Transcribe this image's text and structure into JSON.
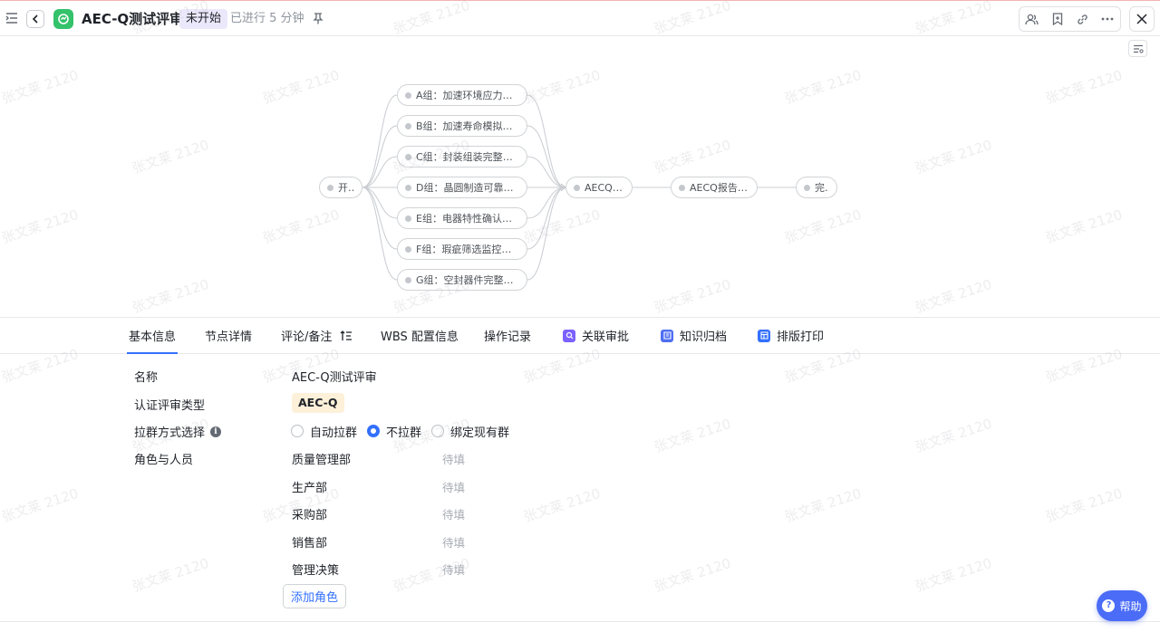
{
  "header": {
    "title": "AEC-Q测试评审",
    "status": "未开始",
    "elapsed": "已进行 5 分钟"
  },
  "flow": {
    "start": "开始",
    "groups": [
      "A组：加速环境应力测试",
      "B组：加速寿命模拟测试",
      "C组：封装组装完整性测试",
      "D组：晶圆制造可靠度测试",
      "E组：电器特性确认测试",
      "F组：瑕疵筛选监控测试",
      "G组：空封器件完整性测试"
    ],
    "report": "AECQ报告",
    "review": "AECQ报告评审",
    "end": "完成"
  },
  "tabs": [
    {
      "label": "基本信息",
      "active": true
    },
    {
      "label": "节点详情"
    },
    {
      "label": "评论/备注"
    },
    {
      "label": "WBS 配置信息"
    },
    {
      "label": "操作记录"
    },
    {
      "label": "关联审批",
      "icon": "approval-icon"
    },
    {
      "label": "知识归档",
      "icon": "archive-icon"
    },
    {
      "label": "排版打印",
      "icon": "print-layout-icon"
    }
  ],
  "form": {
    "name_label": "名称",
    "name_value": "AEC-Q测试评审",
    "type_label": "认证评审类型",
    "type_value": "AEC-Q",
    "group_label": "拉群方式选择",
    "group_options": [
      "自动拉群",
      "不拉群",
      "绑定现有群"
    ],
    "group_selected": "不拉群",
    "roles_label": "角色与人员",
    "roles": [
      {
        "name": "质量管理部",
        "value": "待填"
      },
      {
        "name": "生产部",
        "value": "待填"
      },
      {
        "name": "采购部",
        "value": "待填"
      },
      {
        "name": "销售部",
        "value": "待填"
      },
      {
        "name": "管理决策",
        "value": "待填"
      }
    ],
    "add_role": "添加角色"
  },
  "help": "帮助",
  "watermark": "张文莱 2120",
  "colors": {
    "accent": "#3370ff",
    "app_icon": "#34c26b",
    "status_bg": "#ece8fb",
    "type_tag_bg": "#fdf1d9",
    "help_bg": "#4a6cf7"
  }
}
